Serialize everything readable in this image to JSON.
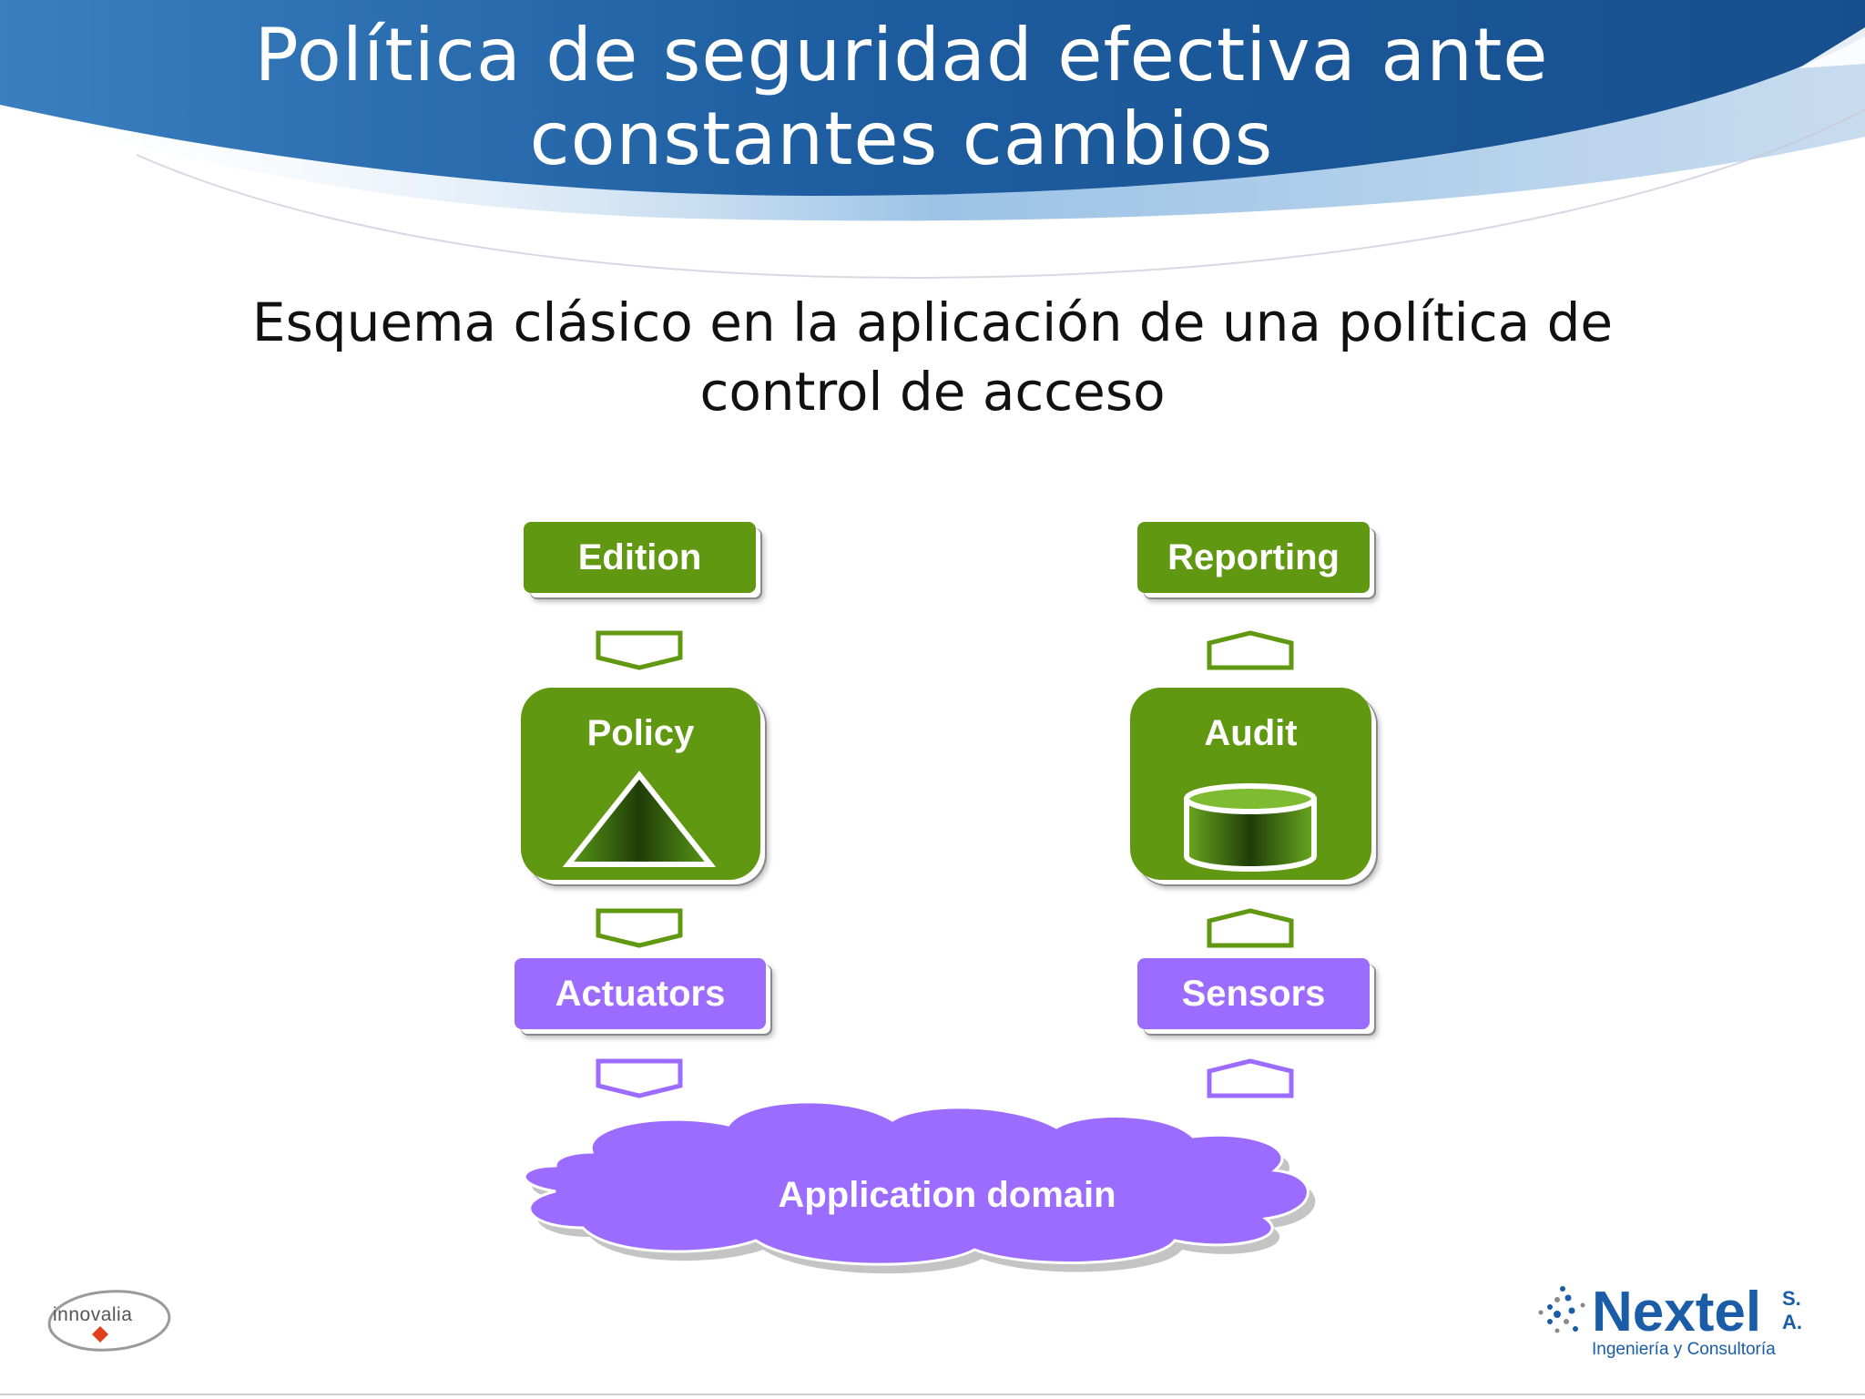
{
  "slide": {
    "title_lines": [
      "Política de seguridad efectiva ante",
      "constantes cambios"
    ],
    "subtitle_lines": [
      "Esquema clásico en la aplicación de una política de",
      "control de acceso"
    ]
  },
  "diagram": {
    "left_column": {
      "top": "Edition",
      "middle": "Policy",
      "bottom": "Actuators",
      "middle_icon": "triangle-icon",
      "arrow_direction": "down"
    },
    "right_column": {
      "top": "Reporting",
      "middle": "Audit",
      "bottom": "Sensors",
      "middle_icon": "database-cylinder-icon",
      "arrow_direction": "up"
    },
    "cloud": "Application domain"
  },
  "logos": {
    "left": {
      "text": "innovalia",
      "icon": "red-diamond-icon"
    },
    "right": {
      "name": "Nextel",
      "suffix": "S. A.",
      "tagline": "Ingeniería y Consultoría",
      "icon": "dots-x-icon"
    }
  },
  "colors": {
    "header_blue": "#1e5fa0",
    "box_green": "#609811",
    "box_purple": "#9c6bff",
    "text_dark": "#111111"
  }
}
